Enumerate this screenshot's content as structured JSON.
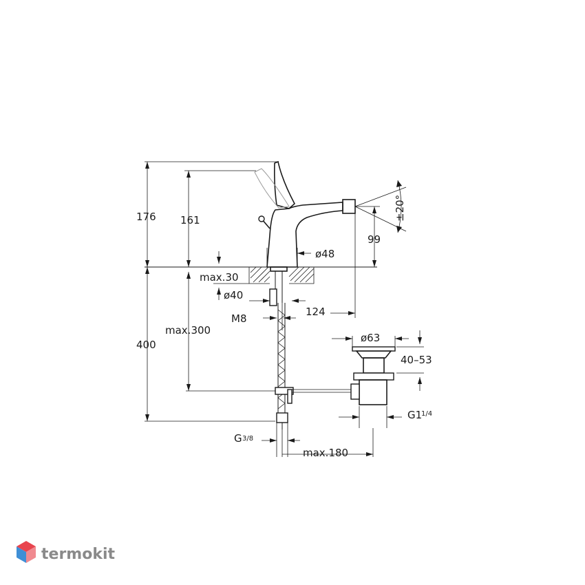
{
  "drawing": {
    "dimensions": {
      "total_height": "176",
      "lever_height": "161",
      "spout_height": "99",
      "spray_angle": "±20°",
      "body_diameter": "ø48",
      "max_deck": "max.30",
      "hole_diameter": "ø40",
      "thread": "M8",
      "spout_reach": "124",
      "below_deck": "400",
      "max_hose": "max.300",
      "waste_diameter": "ø63",
      "waste_range": "40–53",
      "waste_thread": "G1",
      "waste_thread_fraction": "1/4",
      "inlet_thread": "G",
      "inlet_thread_fraction": "3/8",
      "max_rod": "max.180"
    }
  },
  "watermark": {
    "brand": "termokit"
  },
  "colors": {
    "line": "#1a1a1a",
    "watermark": "#8a8a8a",
    "logo_red": "#e8454e",
    "logo_blue": "#3f8fd6"
  }
}
